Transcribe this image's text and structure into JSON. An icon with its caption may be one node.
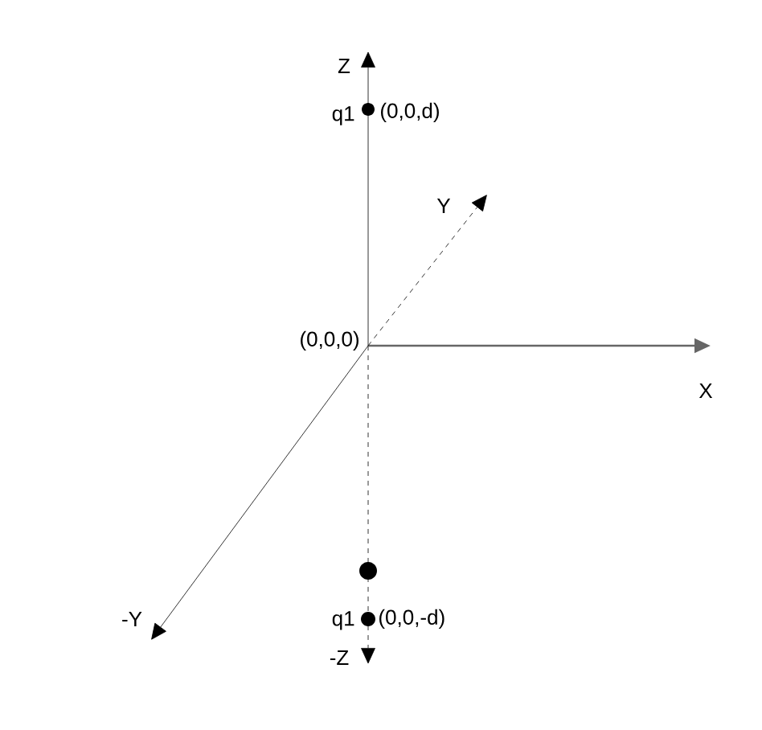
{
  "diagram": {
    "labels": [
      "Z",
      "q1",
      "(0,0,d)",
      "Y",
      "(0,0,0)",
      "X",
      "-Y",
      "q1",
      "(0,0,-d)",
      "-Z"
    ]
  }
}
